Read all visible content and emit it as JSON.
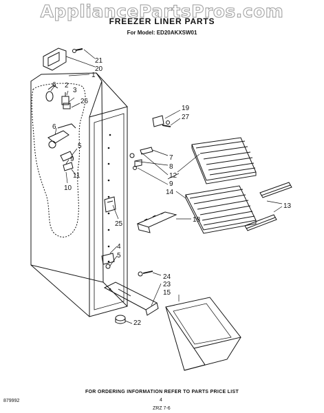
{
  "watermark": "AppliancePartsPros.com",
  "title": "FREEZER LINER PARTS",
  "model_line": "For Model: ED20AKXSW01",
  "callouts": [
    {
      "id": "c21",
      "text": "21"
    },
    {
      "id": "c20",
      "text": "20"
    },
    {
      "id": "c1",
      "text": "1"
    },
    {
      "id": "c6a",
      "text": "6"
    },
    {
      "id": "c2",
      "text": "2"
    },
    {
      "id": "c3",
      "text": "3"
    },
    {
      "id": "c26",
      "text": "26"
    },
    {
      "id": "c6b",
      "text": "6"
    },
    {
      "id": "c5a",
      "text": "5"
    },
    {
      "id": "c9a",
      "text": "9"
    },
    {
      "id": "c11",
      "text": "11"
    },
    {
      "id": "c10",
      "text": "10"
    },
    {
      "id": "c19",
      "text": "19"
    },
    {
      "id": "c27",
      "text": "27"
    },
    {
      "id": "c7",
      "text": "7"
    },
    {
      "id": "c8",
      "text": "8"
    },
    {
      "id": "c12",
      "text": "12"
    },
    {
      "id": "c9b",
      "text": "9"
    },
    {
      "id": "c14",
      "text": "14"
    },
    {
      "id": "c13",
      "text": "13"
    },
    {
      "id": "c18",
      "text": "18"
    },
    {
      "id": "c25",
      "text": "25"
    },
    {
      "id": "c4",
      "text": "4"
    },
    {
      "id": "c5b",
      "text": "5"
    },
    {
      "id": "c24",
      "text": "24"
    },
    {
      "id": "c23",
      "text": "23"
    },
    {
      "id": "c15",
      "text": "15"
    },
    {
      "id": "c22",
      "text": "22"
    }
  ],
  "footer_note": "FOR ORDERING INFORMATION REFER TO PARTS PRICE LIST",
  "diagram_code": "879992",
  "page_number": "4",
  "bottom_mark": "ZRZ  7-6"
}
